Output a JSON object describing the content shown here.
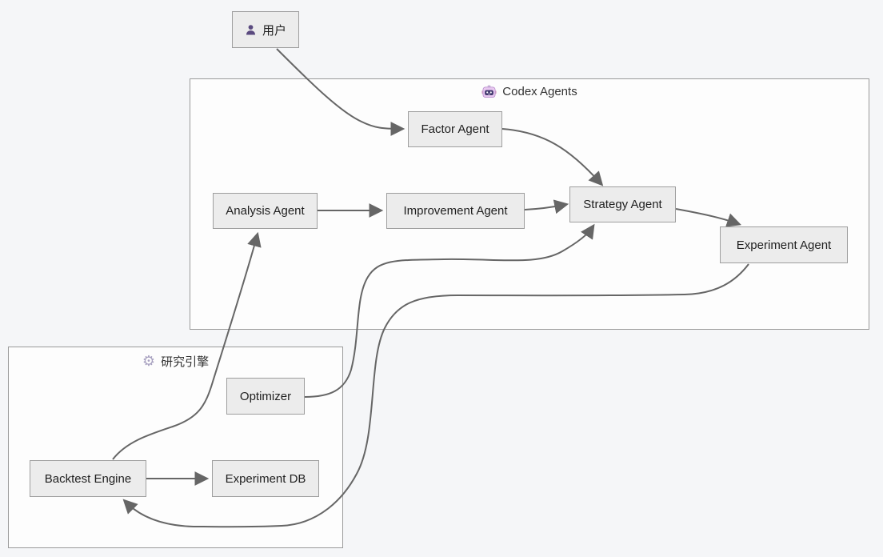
{
  "diagram": {
    "nodes": {
      "user": {
        "label": "用户"
      },
      "factor": {
        "label": "Factor Agent"
      },
      "analysis": {
        "label": "Analysis Agent"
      },
      "improvement": {
        "label": "Improvement Agent"
      },
      "strategy": {
        "label": "Strategy Agent"
      },
      "experiment_agent": {
        "label": "Experiment Agent"
      },
      "optimizer": {
        "label": "Optimizer"
      },
      "backtest": {
        "label": "Backtest Engine"
      },
      "experiment_db": {
        "label": "Experiment DB"
      }
    },
    "containers": {
      "codex": {
        "label": "Codex Agents"
      },
      "engine": {
        "label": "研究引擎"
      }
    },
    "edges": [
      {
        "from": "用户",
        "to": "Factor Agent"
      },
      {
        "from": "Factor Agent",
        "to": "Strategy Agent"
      },
      {
        "from": "Analysis Agent",
        "to": "Improvement Agent"
      },
      {
        "from": "Improvement Agent",
        "to": "Strategy Agent"
      },
      {
        "from": "Strategy Agent",
        "to": "Experiment Agent"
      },
      {
        "from": "Optimizer",
        "to": "Strategy Agent"
      },
      {
        "from": "Experiment Agent",
        "to": "Backtest Engine"
      },
      {
        "from": "Backtest Engine",
        "to": "Experiment DB"
      },
      {
        "from": "Backtest Engine",
        "to": "Analysis Agent"
      }
    ],
    "colors": {
      "background": "#f5f6f8",
      "node_fill": "#ececec",
      "node_border": "#9e9e9e",
      "container_fill": "#fdfdfd",
      "container_border": "#9a9a9a",
      "edge": "#666666",
      "user_icon": "#5a4a7f",
      "gear_icon": "#a8a1c0",
      "robot_head": "#e8c8f0",
      "robot_face": "#41386e"
    }
  }
}
